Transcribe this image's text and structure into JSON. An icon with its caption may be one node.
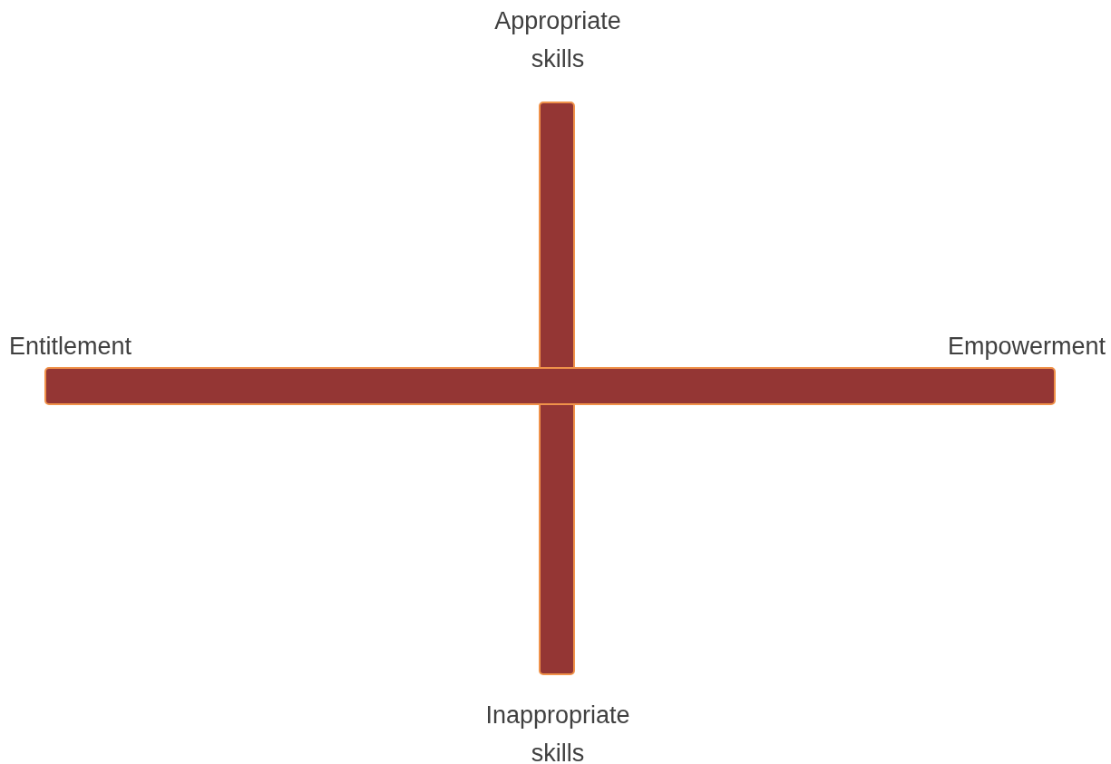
{
  "diagram": {
    "nodes": [
      {
        "text": [],
        "shape": "bar"
      },
      {
        "text": [],
        "shape": "bar"
      }
    ],
    "labels": [
      "Appropriate skills",
      "Entitlement",
      "Empowerment",
      "Inappropriate skills"
    ]
  }
}
